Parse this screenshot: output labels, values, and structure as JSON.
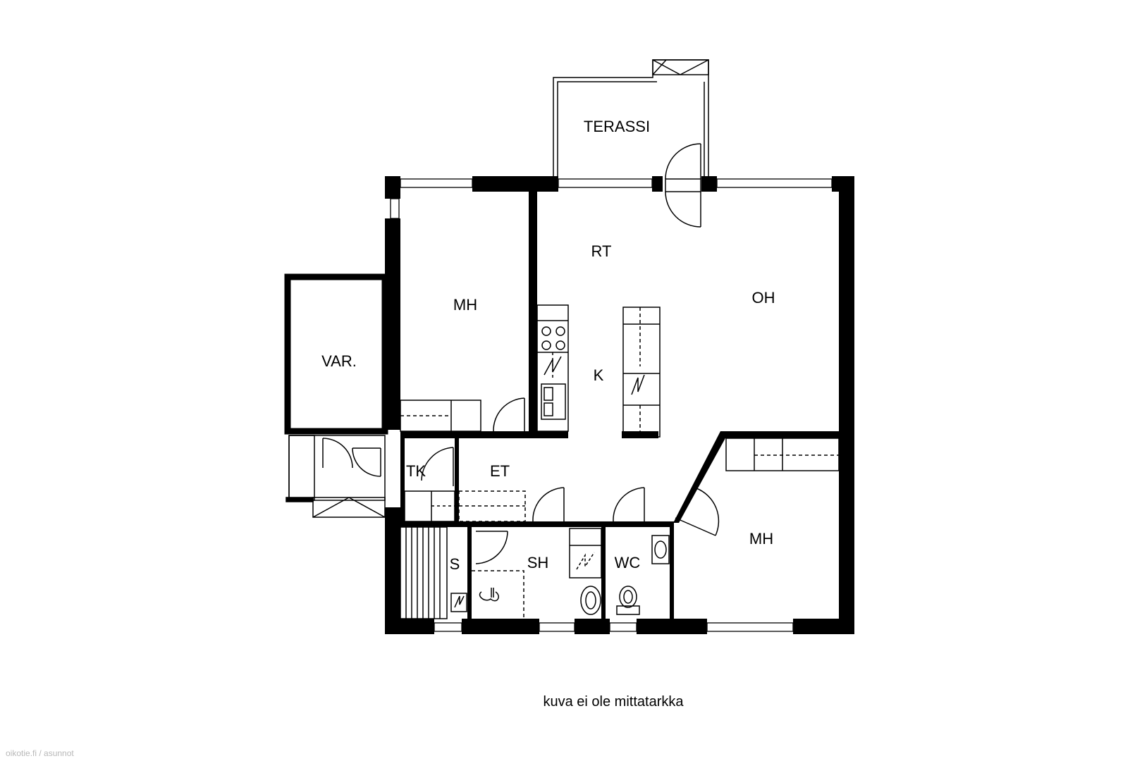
{
  "floorplan": {
    "rooms": {
      "terrace": "TERASSI",
      "living_room": "RT",
      "living_room_2": "OH",
      "bedroom_1": "MH",
      "storage": "VAR.",
      "kitchen": "K",
      "closet": "TK",
      "hall": "ET",
      "sauna": "S",
      "bathroom": "SH",
      "toilet": "WC",
      "bedroom_2": "MH"
    },
    "caption": "kuva ei ole mittatarkka"
  },
  "watermark": "oikotie.fi / asunnot"
}
